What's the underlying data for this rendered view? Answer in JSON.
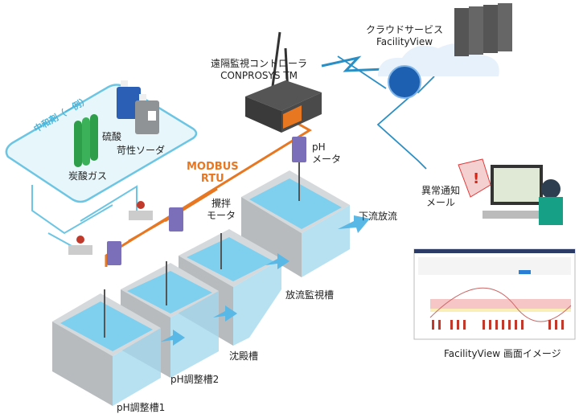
{
  "labels": {
    "controller_line1": "遠隔監視コントローラ",
    "controller_line2": "CONPROSYS TM",
    "cloud_line1": "クラウドサービス",
    "cloud_line2": "FacilityView",
    "neutralizer": "中和剤（一例）",
    "sulfuric_acid": "硫酸",
    "caustic_soda": "苛性ソーダ",
    "co2_gas": "炭酸ガス",
    "modbus_line1": "MODBUS",
    "modbus_line2": "RTU",
    "ph_meter_line1": "pH",
    "ph_meter_line2": "メータ",
    "stirrer_line1": "攪拌",
    "stirrer_line2": "モータ",
    "downstream": "下流放流",
    "discharge_tank": "放流監視槽",
    "settling_tank": "沈殿槽",
    "ph_tank2": "pH調整槽2",
    "ph_tank1": "pH調整槽1",
    "alert_line1": "異常通知",
    "alert_line2": "メール",
    "screen_caption": "FacilityView 画面イメージ"
  },
  "colors": {
    "modbus": "#e87722",
    "network": "#2a8fc4",
    "neutralizer_border": "#6cc5e3",
    "water": "#7fd0ef",
    "tank": "#c9ccce"
  }
}
